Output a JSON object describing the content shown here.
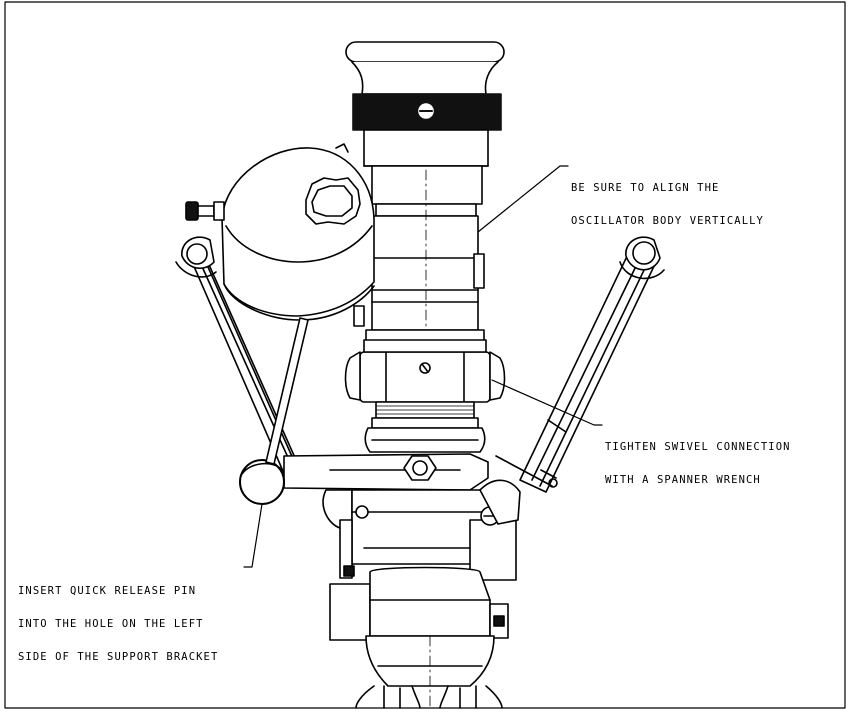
{
  "callouts": {
    "align_oscillator": [
      "BE SURE TO ALIGN THE",
      "OSCILLATOR BODY VERTICALLY"
    ],
    "tighten_swivel": [
      "TIGHTEN SWIVEL CONNECTION",
      "WITH A SPANNER WRENCH"
    ],
    "quick_release_pin": [
      "INSERT QUICK RELEASE PIN",
      "INTO THE HOLE ON THE LEFT",
      "SIDE OF THE SUPPORT BRACKET"
    ]
  },
  "colors": {
    "line": "#000000",
    "background": "#ffffff",
    "band": "#111111"
  }
}
